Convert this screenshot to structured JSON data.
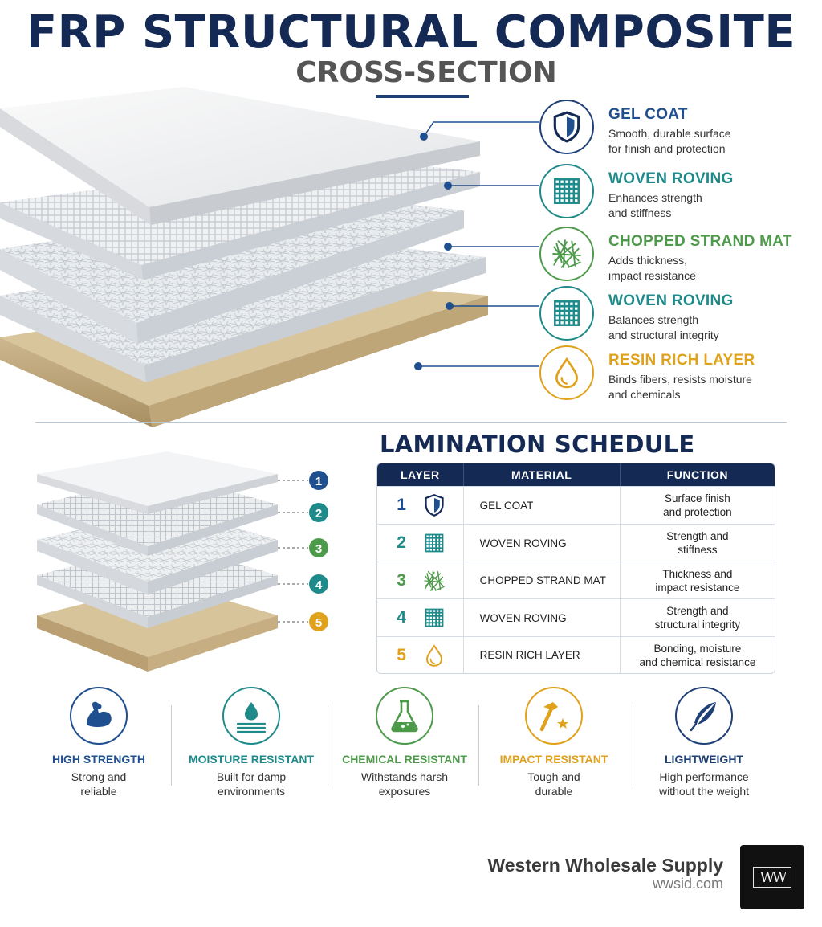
{
  "header": {
    "title": "FRP STRUCTURAL COMPOSITE",
    "subtitle": "CROSS-SECTION"
  },
  "colors": {
    "navy": "#142a55",
    "blue": "#1f4f8f",
    "teal": "#1f8a8a",
    "green": "#4e9a4b",
    "amber": "#e0a21c",
    "resin": "#c9b38a"
  },
  "layers": [
    {
      "name": "GEL COAT",
      "desc1": "Smooth, durable surface",
      "desc2": "for finish and protection",
      "icon": "shield-icon",
      "color": "#1f4f8f"
    },
    {
      "name": "WOVEN ROVING",
      "desc1": "Enhances strength",
      "desc2": "and stiffness",
      "icon": "grid-icon",
      "color": "#1f8a8a"
    },
    {
      "name": "CHOPPED STRAND MAT",
      "desc1": "Adds thickness,",
      "desc2": "impact resistance",
      "icon": "strands-icon",
      "color": "#4e9a4b"
    },
    {
      "name": "WOVEN ROVING",
      "desc1": "Balances strength",
      "desc2": "and structural integrity",
      "icon": "grid-icon",
      "color": "#1f8a8a"
    },
    {
      "name": "RESIN RICH LAYER",
      "desc1": "Binds fibers, resists moisture",
      "desc2": "and chemicals",
      "icon": "droplet-icon",
      "color": "#e0a21c"
    }
  ],
  "schedule": {
    "title": "LAMINATION SCHEDULE",
    "headers": [
      "LAYER",
      "MATERIAL",
      "FUNCTION"
    ],
    "rows": [
      {
        "num": "1",
        "material": "GEL COAT",
        "f1": "Surface finish",
        "f2": "and protection"
      },
      {
        "num": "2",
        "material": "WOVEN ROVING",
        "f1": "Strength and",
        "f2": "stiffness"
      },
      {
        "num": "3",
        "material": "CHOPPED STRAND MAT",
        "f1": "Thickness and",
        "f2": "impact resistance"
      },
      {
        "num": "4",
        "material": "WOVEN ROVING",
        "f1": "Strength and",
        "f2": "structural integrity"
      },
      {
        "num": "5",
        "material": "RESIN RICH LAYER",
        "f1": "Bonding, moisture",
        "f2": "and chemical resistance"
      }
    ]
  },
  "mini_numbers": [
    "1",
    "2",
    "3",
    "4",
    "5"
  ],
  "features": [
    {
      "name": "HIGH STRENGTH",
      "d1": "Strong and",
      "d2": "reliable",
      "icon": "flexed-arm-icon",
      "color": "#1f4f8f"
    },
    {
      "name": "MOISTURE RESISTANT",
      "d1": "Built for damp",
      "d2": "environments",
      "icon": "water-drop-icon",
      "color": "#1f8a8a"
    },
    {
      "name": "CHEMICAL RESISTANT",
      "d1": "Withstands harsh",
      "d2": "exposures",
      "icon": "flask-icon",
      "color": "#4e9a4b"
    },
    {
      "name": "IMPACT RESISTANT",
      "d1": "Tough and",
      "d2": "durable",
      "icon": "hammer-icon",
      "color": "#e0a21c"
    },
    {
      "name": "LIGHTWEIGHT",
      "d1": "High performance",
      "d2": "without the weight",
      "icon": "feather-icon",
      "color": "#1f3f77"
    }
  ],
  "brand": {
    "name": "Western Wholesale Supply",
    "url": "wwsid.com",
    "logo_text": "WW"
  }
}
